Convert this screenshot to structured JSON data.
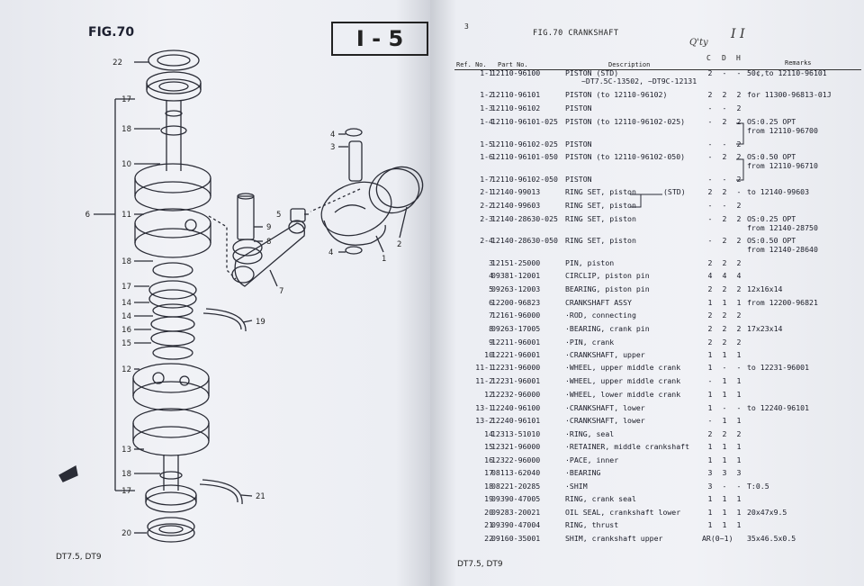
{
  "left_page": {
    "fig_label": "FIG.70",
    "stamp": "I - 5",
    "footer": "DT7.5, DT9",
    "callouts": [
      "22",
      "17",
      "18",
      "10",
      "6",
      "11",
      "18",
      "17",
      "14",
      "14",
      "16",
      "15",
      "12",
      "13",
      "18",
      "17",
      "20",
      "9",
      "8",
      "5",
      "7",
      "4",
      "3",
      "1",
      "2",
      "4",
      "19",
      "21"
    ]
  },
  "right_page": {
    "page_number": "3",
    "title": "FIG.70  CRANKSHAFT",
    "qty_header": "Q'ty",
    "handwritten": "I    I",
    "headers": {
      "ref": "Ref. No.",
      "part": "Part  No.",
      "desc": "Description",
      "c": "C",
      "d": "D",
      "h": "H",
      "remarks": "Remarks"
    },
    "footer": "DT7.5, DT9",
    "rows": [
      {
        "ref": "1-1",
        "part": "12110-96100",
        "desc": "PISTON (STD)",
        "c": "2",
        "d": "-",
        "h": "-",
        "rem": "50¢,to 12110-96101",
        "desc2": "~DT7.5C-13502, ~DT9C-12131"
      },
      {
        "ref": "1-2",
        "part": "12110-96101",
        "desc": "PISTON (to 12110-96102)",
        "c": "2",
        "d": "2",
        "h": "2",
        "rem": "for 11300-96813-01J"
      },
      {
        "ref": "1-3",
        "part": "12110-96102",
        "desc": "PISTON",
        "c": "-",
        "d": "-",
        "h": "2",
        "rem": ""
      },
      {
        "ref": "1-4",
        "part": "12110-96101-025",
        "desc": "PISTON (to 12110-96102-025)",
        "c": "-",
        "d": "2",
        "h": "2",
        "rem": "OS:0.25     OPT",
        "rem2": "from 12110-96700"
      },
      {
        "ref": "1-5",
        "part": "12110-96102-025",
        "desc": "PISTON",
        "c": "-",
        "d": "-",
        "h": "2",
        "rem": ""
      },
      {
        "ref": "1-6",
        "part": "12110-96101-050",
        "desc": "PISTON (to 12110-96102-050)",
        "c": "-",
        "d": "2",
        "h": "2",
        "rem": "OS:0.50     OPT",
        "rem2": "from 12110-96710"
      },
      {
        "ref": "1-7",
        "part": "12110-96102-050",
        "desc": "PISTON",
        "c": "-",
        "d": "-",
        "h": "2",
        "rem": ""
      },
      {
        "ref": "2-1",
        "part": "12140-99013",
        "desc": "RING SET, piston",
        "c": "2",
        "d": "2",
        "h": "-",
        "rem": "to 12140-99603",
        "note": "(STD)"
      },
      {
        "ref": "2-2",
        "part": "12140-99603",
        "desc": "RING SET, piston",
        "c": "-",
        "d": "-",
        "h": "2",
        "rem": ""
      },
      {
        "ref": "2-3",
        "part": "12140-28630-025",
        "desc": "RING SET, piston",
        "c": "-",
        "d": "2",
        "h": "2",
        "rem": "OS:0.25     OPT",
        "rem2": "from 12140-28750"
      },
      {
        "ref": "2-4",
        "part": "12140-28630-050",
        "desc": "RING SET, piston",
        "c": "-",
        "d": "2",
        "h": "2",
        "rem": "OS:0.50     OPT",
        "rem2": "from 12140-28640"
      },
      {
        "ref": "3",
        "part": "12151-25000",
        "desc": "PIN, piston",
        "c": "2",
        "d": "2",
        "h": "2",
        "rem": ""
      },
      {
        "ref": "4",
        "part": "09381-12001",
        "desc": "CIRCLIP, piston pin",
        "c": "4",
        "d": "4",
        "h": "4",
        "rem": ""
      },
      {
        "ref": "5",
        "part": "09263-12003",
        "desc": "BEARING, piston pin",
        "c": "2",
        "d": "2",
        "h": "2",
        "rem": "12x16x14"
      },
      {
        "ref": "6",
        "part": "12200-96823",
        "desc": "CRANKSHAFT ASSY",
        "c": "1",
        "d": "1",
        "h": "1",
        "rem": "from 12200-96821"
      },
      {
        "ref": "7",
        "part": "12161-96000",
        "desc": "·ROD, connecting",
        "c": "2",
        "d": "2",
        "h": "2",
        "rem": ""
      },
      {
        "ref": "8",
        "part": "09263-17005",
        "desc": "·BEARING, crank pin",
        "c": "2",
        "d": "2",
        "h": "2",
        "rem": "17x23x14"
      },
      {
        "ref": "9",
        "part": "12211-96001",
        "desc": "·PIN, crank",
        "c": "2",
        "d": "2",
        "h": "2",
        "rem": ""
      },
      {
        "ref": "10",
        "part": "12221-96001",
        "desc": "·CRANKSHAFT, upper",
        "c": "1",
        "d": "1",
        "h": "1",
        "rem": ""
      },
      {
        "ref": "11-1",
        "part": "12231-96000",
        "desc": "·WHEEL, upper middle crank",
        "c": "1",
        "d": "-",
        "h": "-",
        "rem": "to 12231-96001"
      },
      {
        "ref": "11-2",
        "part": "12231-96001",
        "desc": "·WHEEL, upper middle crank",
        "c": "-",
        "d": "1",
        "h": "1",
        "rem": ""
      },
      {
        "ref": "12",
        "part": "12232-96000",
        "desc": "·WHEEL, lower middle crank",
        "c": "1",
        "d": "1",
        "h": "1",
        "rem": ""
      },
      {
        "ref": "13-1",
        "part": "12240-96100",
        "desc": "·CRANKSHAFT, lower",
        "c": "1",
        "d": "-",
        "h": "-",
        "rem": "to 12240-96101"
      },
      {
        "ref": "13-2",
        "part": "12240-96101",
        "desc": "·CRANKSHAFT, lower",
        "c": "-",
        "d": "1",
        "h": "1",
        "rem": ""
      },
      {
        "ref": "14",
        "part": "12313-51010",
        "desc": "·RING, seal",
        "c": "2",
        "d": "2",
        "h": "2",
        "rem": ""
      },
      {
        "ref": "15",
        "part": "12321-96000",
        "desc": "·RETAINER, middle crankshaft",
        "c": "1",
        "d": "1",
        "h": "1",
        "rem": ""
      },
      {
        "ref": "16",
        "part": "12322-96000",
        "desc": "·PACE, inner",
        "c": "1",
        "d": "1",
        "h": "1",
        "rem": ""
      },
      {
        "ref": "17",
        "part": "08113-62040",
        "desc": "·BEARING",
        "c": "3",
        "d": "3",
        "h": "3",
        "rem": ""
      },
      {
        "ref": "18",
        "part": "08221-20285",
        "desc": "·SHIM",
        "c": "3",
        "d": "-",
        "h": "-",
        "rem": "T:0.5"
      },
      {
        "ref": "19",
        "part": "09390-47005",
        "desc": "RING, crank seal",
        "c": "1",
        "d": "1",
        "h": "1",
        "rem": ""
      },
      {
        "ref": "20",
        "part": "09283-20021",
        "desc": "OIL SEAL, crankshaft lower",
        "c": "1",
        "d": "1",
        "h": "1",
        "rem": "20x47x9.5"
      },
      {
        "ref": "21",
        "part": "09390-47004",
        "desc": "RING, thrust",
        "c": "1",
        "d": "1",
        "h": "1",
        "rem": ""
      },
      {
        "ref": "22",
        "part": "09160-35001",
        "desc": "SHIM, crankshaft upper",
        "c": "AR(0~1)",
        "d": "",
        "h": "",
        "rem": "35x46.5x0.5"
      }
    ]
  }
}
